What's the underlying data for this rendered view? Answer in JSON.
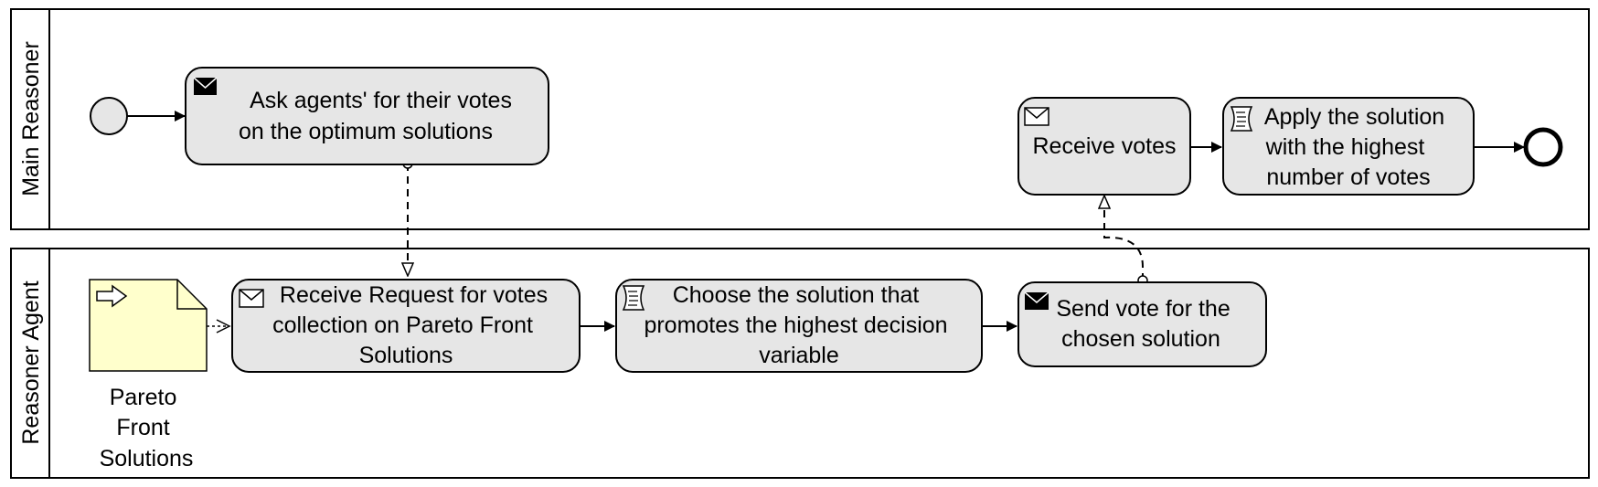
{
  "colors": {
    "task_fill": "#e6e6e6",
    "data_object_fill": "#ffffcc",
    "stroke": "#000000",
    "background": "#ffffff"
  },
  "lanes": {
    "main": {
      "label": "Main Reasoner"
    },
    "agent": {
      "label": "Reasoner Agent"
    }
  },
  "tasks": {
    "ask_votes": {
      "lines": [
        "Ask agents' for their votes",
        "on the optimum solutions"
      ],
      "icon": "send-message-icon"
    },
    "receive_votes": {
      "lines": [
        "Receive votes"
      ],
      "icon": "receive-message-icon"
    },
    "apply_solution": {
      "lines": [
        "Apply the solution",
        "with the highest",
        "number of votes"
      ],
      "icon": "script-icon"
    },
    "receive_request": {
      "lines": [
        "Receive Request for votes",
        "collection on Pareto Front",
        "Solutions"
      ],
      "icon": "receive-message-icon"
    },
    "choose_solution": {
      "lines": [
        "Choose the solution that",
        "promotes the highest decision",
        "variable"
      ],
      "icon": "script-icon"
    },
    "send_vote": {
      "lines": [
        "Send vote for the",
        "chosen solution"
      ],
      "icon": "send-message-icon"
    }
  },
  "data_object": {
    "label_lines": [
      "Pareto",
      "Front",
      "Solutions"
    ],
    "icon": "input-arrow-icon"
  },
  "events": {
    "start": {
      "type": "start-event"
    },
    "end": {
      "type": "end-event"
    }
  }
}
